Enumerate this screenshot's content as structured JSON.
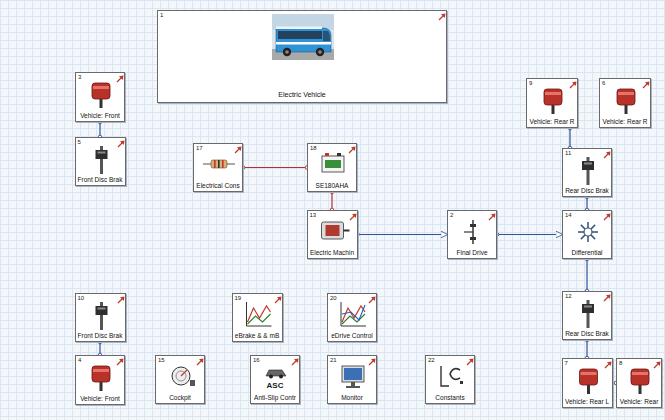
{
  "diagram": {
    "nodes": [
      {
        "text": [
          "1",
          "Electric Vehicle"
        ]
      },
      {
        "text": [
          "3",
          "Vehicle: Front"
        ]
      },
      {
        "text": [
          "9",
          "Vehicle: Rear R"
        ]
      },
      {
        "text": [
          "6",
          "Vehicle: Rear R"
        ]
      },
      {
        "text": [
          "5",
          "Front Disc Brak"
        ]
      },
      {
        "text": [
          "17",
          "Electrical Cons"
        ]
      },
      {
        "text": [
          "18",
          "SE180AHA"
        ]
      },
      {
        "text": [
          "11",
          "Rear Disc Brak"
        ]
      },
      {
        "text": [
          "13",
          "Electric Machin"
        ]
      },
      {
        "text": [
          "2",
          "Final Drive"
        ]
      },
      {
        "text": [
          "14",
          "Differential"
        ]
      },
      {
        "text": [
          "10",
          "Front Disc Brak"
        ]
      },
      {
        "text": [
          "19",
          "eBrake & & mB"
        ]
      },
      {
        "text": [
          "20",
          "eDrive Control"
        ]
      },
      {
        "text": [
          "12",
          "Rear Disc Brak"
        ]
      },
      {
        "text": [
          "4",
          "Vehicle: Front"
        ]
      },
      {
        "text": [
          "15",
          "Cockpit"
        ]
      },
      {
        "text": [
          "16",
          "Anti-Slip Contr"
        ]
      },
      {
        "text": [
          "21",
          "Monitor"
        ]
      },
      {
        "text": [
          "22",
          "Constants"
        ]
      },
      {
        "text": [
          "7",
          "Vehicle: Rear L"
        ]
      },
      {
        "text": [
          "8",
          "Vehicle: Rear"
        ]
      }
    ],
    "edges": [
      {
        "from": 1,
        "to": 4,
        "arrow": "none"
      },
      {
        "from": 5,
        "to": 6,
        "arrow": "none"
      },
      {
        "from": 6,
        "to": 8,
        "arrow": "none"
      },
      {
        "from": 8,
        "to": 9,
        "arrow": "to"
      },
      {
        "from": 9,
        "to": 10,
        "arrow": "to"
      },
      {
        "from": 2,
        "to": 7,
        "arrow": "none"
      },
      {
        "from": 7,
        "to": 10,
        "arrow": "none"
      },
      {
        "from": 10,
        "to": 14,
        "arrow": "none"
      },
      {
        "from": 14,
        "to": 20,
        "arrow": "none"
      },
      {
        "from": 20,
        "to": 21,
        "arrow": "none"
      },
      {
        "from": 11,
        "to": 15,
        "arrow": "none"
      }
    ],
    "labels": [
      "ASC"
    ]
  }
}
